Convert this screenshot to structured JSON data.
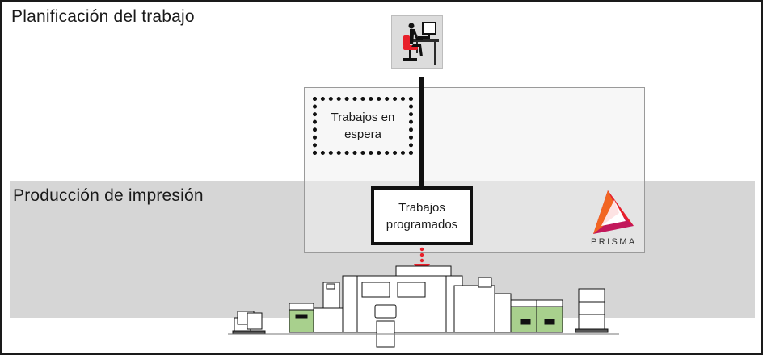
{
  "sections": {
    "planning_title": "Planificación del trabajo",
    "production_title": "Producción de impresión"
  },
  "queues": {
    "waiting_label": "Trabajos en espera",
    "scheduled_label": "Trabajos programados"
  },
  "brand": {
    "name": "PRISMA"
  },
  "colors": {
    "accent_red": "#e8202a",
    "production_band": "#d6d6d6",
    "finisher_green": "#a8d08d",
    "prisma_magenta": "#c2185b",
    "prisma_orange": "#f26522"
  },
  "icons": {
    "workstation": "workstation-icon",
    "arrow": "red-down-arrow-icon",
    "printer": "production-printer-icon"
  }
}
